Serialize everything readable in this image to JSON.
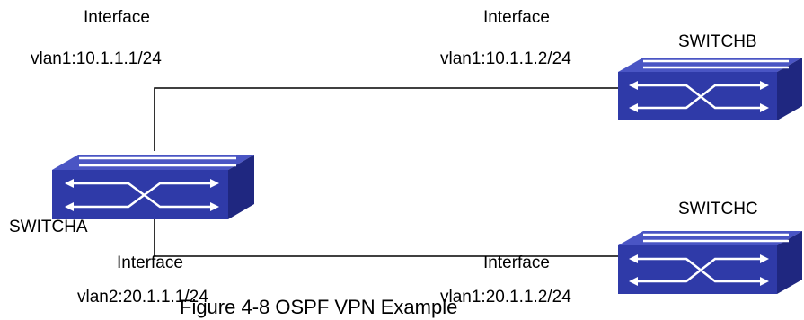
{
  "caption": "Figure 4-8 OSPF VPN Example",
  "colors": {
    "switch_front": "#2f3aa8",
    "switch_top": "#4a55c4",
    "switch_side": "#1f2780",
    "arrow": "#ffffff",
    "link": "#000000"
  },
  "icons": {
    "switch": "network-switch-icon"
  },
  "switches": {
    "a": {
      "name": "SWITCHA"
    },
    "b": {
      "name": "SWITCHB"
    },
    "c": {
      "name": "SWITCHC"
    }
  },
  "interfaces": {
    "a_upper": {
      "title": "Interface",
      "address": "vlan1:10.1.1.1/24"
    },
    "b": {
      "title": "Interface",
      "address": "vlan1:10.1.1.2/24"
    },
    "a_lower": {
      "title": "Interface",
      "address": "vlan2:20.1.1.1/24"
    },
    "c": {
      "title": "Interface",
      "address": "vlan1:20.1.1.2/24"
    }
  }
}
